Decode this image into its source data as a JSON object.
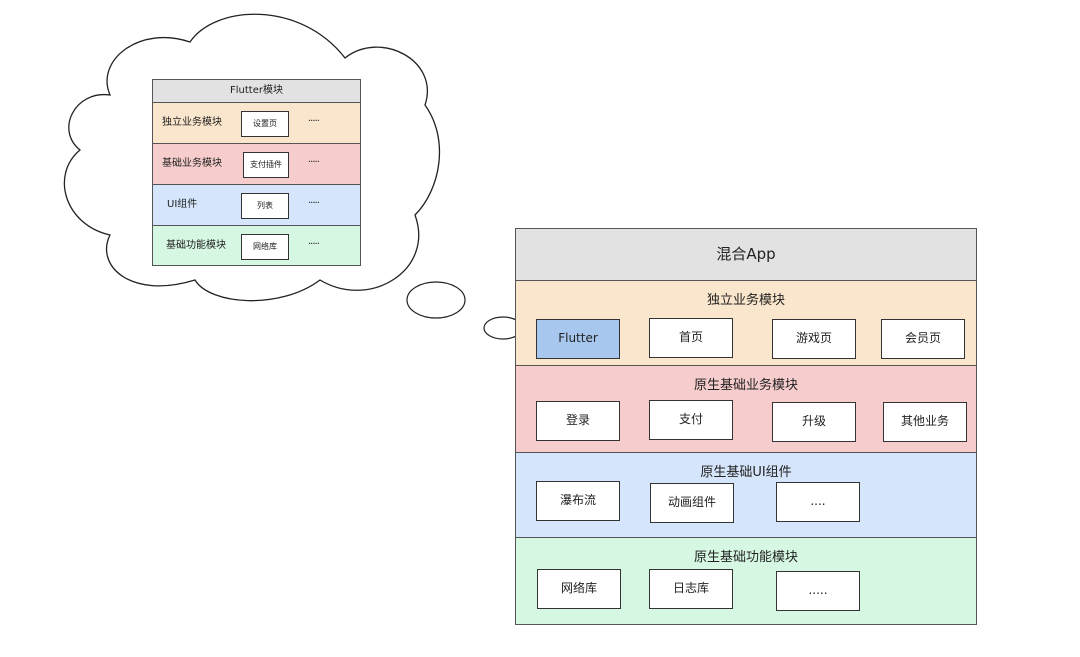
{
  "mini": {
    "header": "Flutter模块",
    "rows": [
      {
        "label": "独立业务模块",
        "item": "设置页",
        "dots": "·····"
      },
      {
        "label": "基础业务模块",
        "item": "支付插件",
        "dots": "·····"
      },
      {
        "label": "UI组件",
        "item": "列表",
        "dots": "·····"
      },
      {
        "label": "基础功能模块",
        "item": "网络库",
        "dots": "·····"
      }
    ]
  },
  "big": {
    "header": "混合App",
    "rows": [
      {
        "title": "独立业务模块",
        "items": [
          "Flutter",
          "首页",
          "游戏页",
          "会员页"
        ]
      },
      {
        "title": "原生基础业务模块",
        "items": [
          "登录",
          "支付",
          "升级",
          "其他业务"
        ]
      },
      {
        "title": "原生基础UI组件",
        "items": [
          "瀑布流",
          "动画组件",
          "...."
        ]
      },
      {
        "title": "原生基础功能模块",
        "items": [
          "网络库",
          "日志库",
          "....."
        ]
      }
    ]
  },
  "colors": {
    "header": "#e2e2e2",
    "business": "#fae6cc",
    "base_business": "#f6cccc",
    "ui": "#d5e5fb",
    "function": "#d6f7e2",
    "flutter_highlight": "#a7c7ef"
  }
}
